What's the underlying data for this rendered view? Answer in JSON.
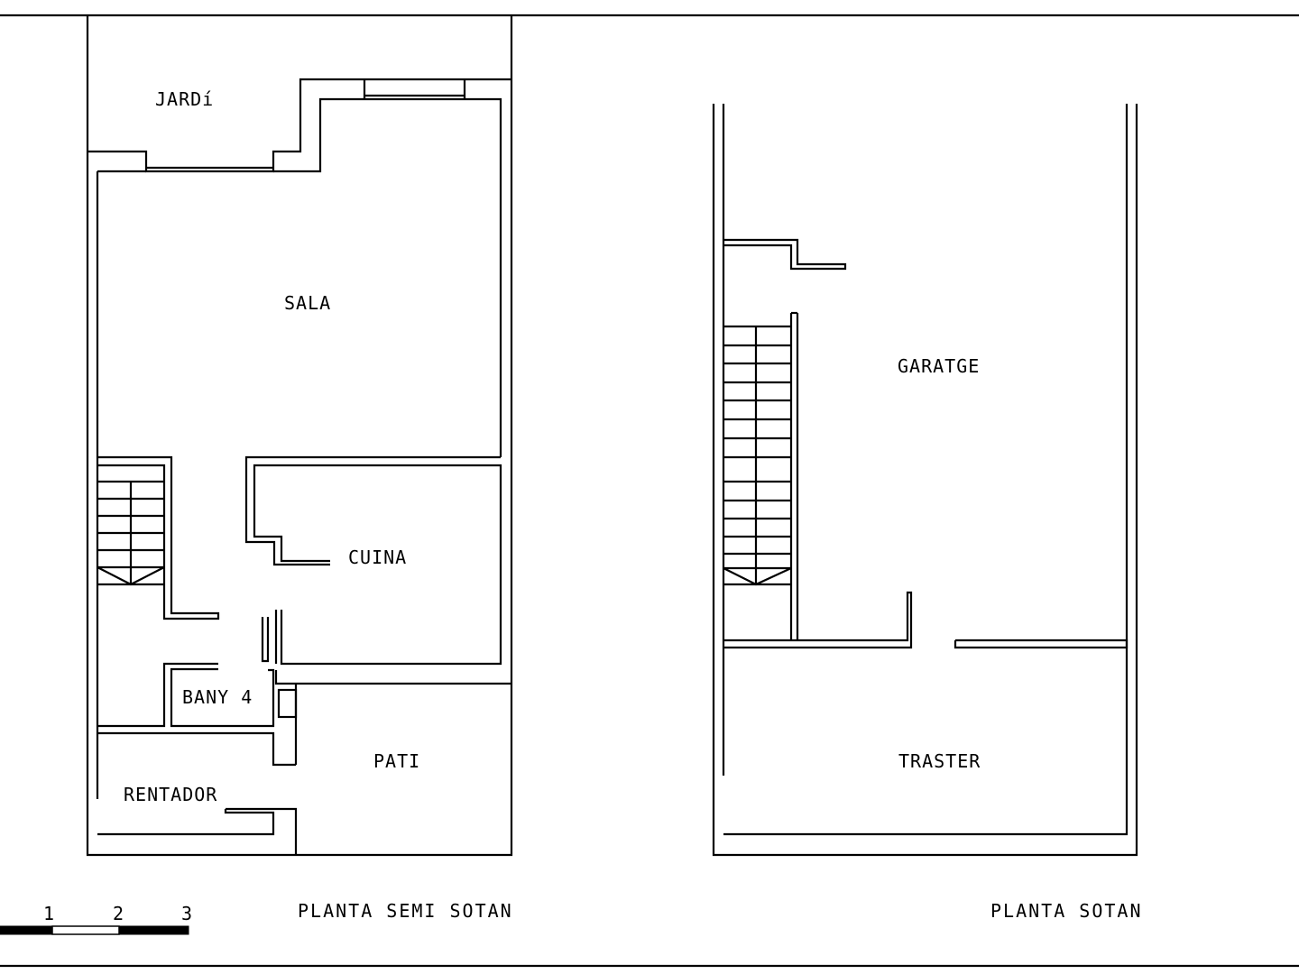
{
  "rooms": {
    "jardi": "JARDí",
    "sala": "SALA",
    "cuina": "CUINA",
    "bany": "BANY 4",
    "pati": "PATI",
    "rentador": "RENTADOR",
    "garatge": "GARATGE",
    "traster": "TRASTER"
  },
  "titles": {
    "semi_sotan": "PLANTA SEMI SOTAN",
    "sotan": "PLANTA SOTAN"
  },
  "scale": {
    "labels": [
      "1",
      "2",
      "3"
    ]
  }
}
